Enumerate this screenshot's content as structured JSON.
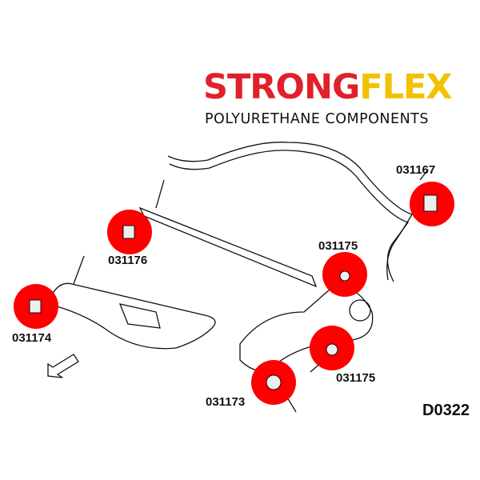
{
  "brand": {
    "name_part1": "STRONG",
    "name_part2": "FLEX",
    "tagline": "POLYURETHANE COMPONENTS",
    "accent_red": "#e0202a",
    "accent_yellow": "#f2c200"
  },
  "diagram_code": "D0322",
  "parts": [
    {
      "number": "031167"
    },
    {
      "number": "031176"
    },
    {
      "number": "031175"
    },
    {
      "number": "031174"
    },
    {
      "number": "031175"
    },
    {
      "number": "031173"
    }
  ],
  "bushing_color": "#ff0000"
}
